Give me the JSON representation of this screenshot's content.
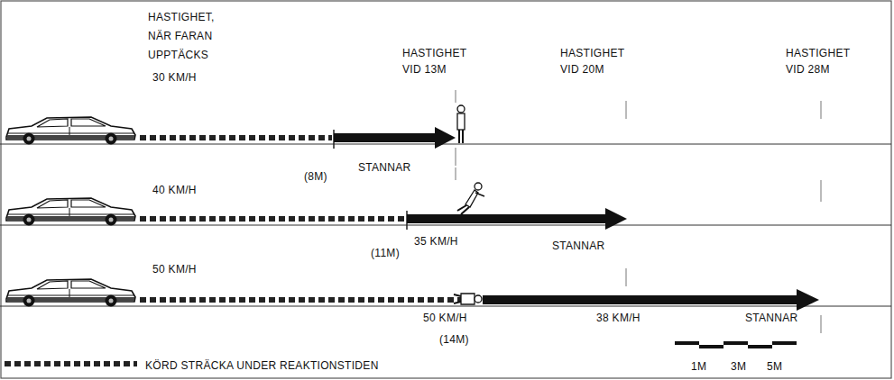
{
  "diagram": {
    "labels": [
      "HASTIGHET, NÄR FARAN UPPTÄCKS",
      "HASTIGHET VID 13M",
      "HASTIGHET VID 20M",
      "HASTIGHET VID 28M",
      "30 KM/H",
      "STANNAR",
      "(8M)",
      "40 KM/H",
      "35 KM/H",
      "(11M)",
      "STANNAR",
      "50 KM/H",
      "50 KM/H",
      "(14M)",
      "38 KM/H",
      "STANNAR",
      "1M",
      "3M",
      "5M"
    ],
    "legend": [
      {
        "text": "KÖRD STRÄCKA UNDER REAKTIONSTIDEN"
      }
    ]
  }
}
